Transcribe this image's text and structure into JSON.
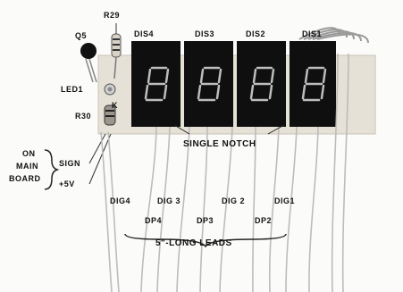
{
  "photo": {
    "description": "Photograph of a 4-digit LED display board with wire leads",
    "component_labels": {
      "q5": "Q5",
      "r29": "R29",
      "r30": "R30",
      "led1": "LED1",
      "k": "K"
    },
    "display_labels": [
      "DIS4",
      "DIS3",
      "DIS2",
      "DIS1"
    ],
    "digit_text": [
      "8",
      "8",
      "8",
      "8"
    ],
    "notch_label": "SINGLE NOTCH",
    "board_labels": {
      "on": "ON",
      "main": "MAIN",
      "board": "BOARD",
      "sign": "SIGN",
      "plus5v": "+5V"
    },
    "lead_labels_row1": [
      "DIG4",
      "DIG 3",
      "DIG 2",
      "DIG1"
    ],
    "lead_labels_row2": [
      "DP4",
      "DP3",
      "DP2"
    ],
    "leads_label": "5\"-LONG LEADS",
    "colors": {
      "background": "#fbfbfa",
      "display_body": "#0f0f0f",
      "segment": "#bdbdbd",
      "pcb": "#e6e1d6",
      "wire": "#bcbcbc"
    }
  }
}
